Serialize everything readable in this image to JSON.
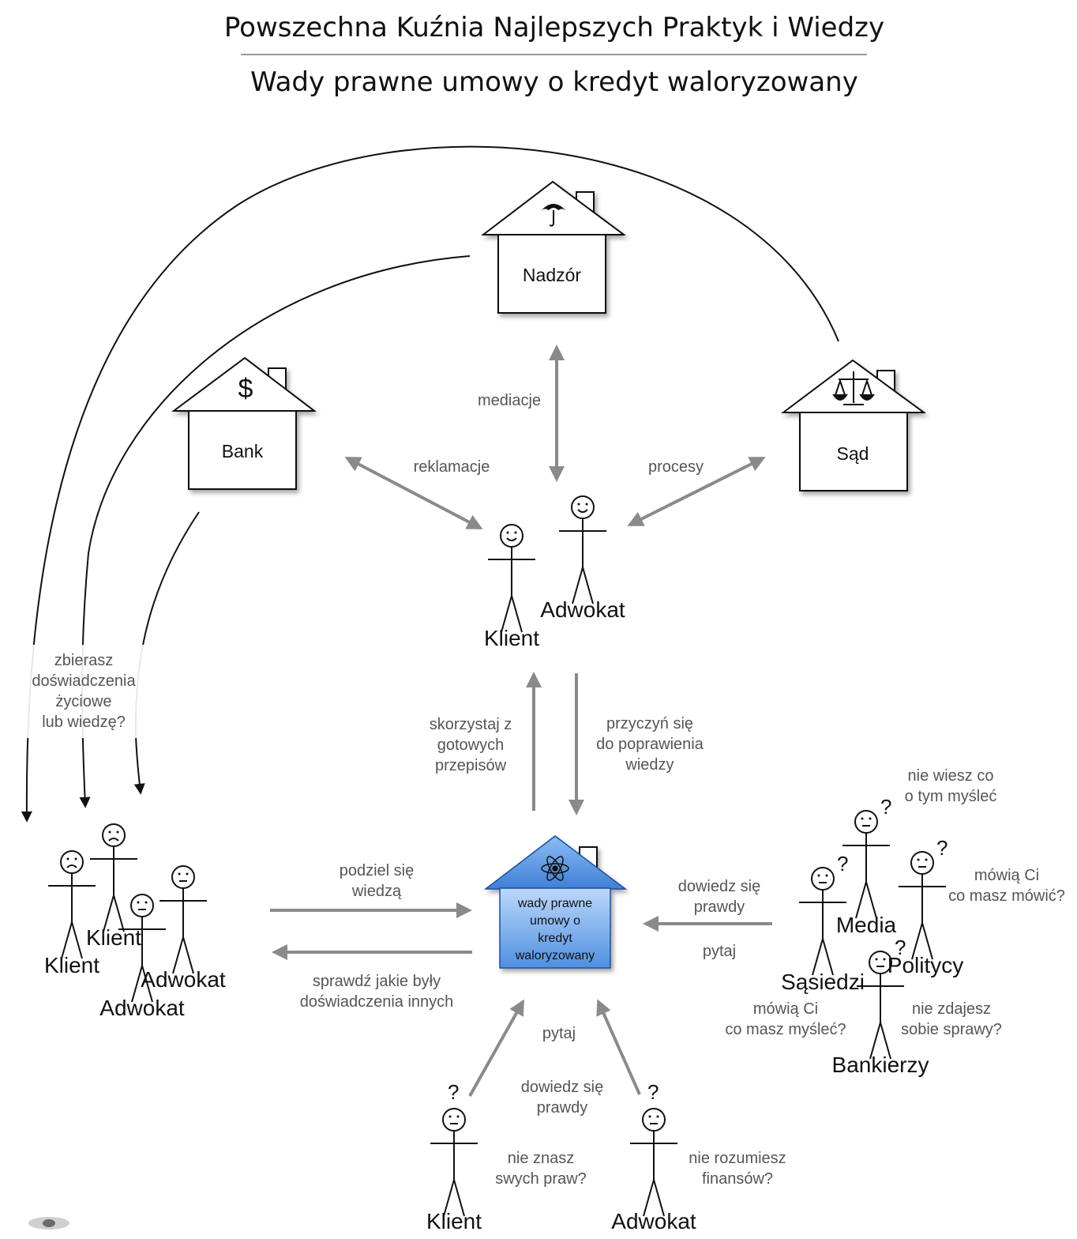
{
  "header": {
    "title": "Powszechna Kuźnia Najlepszych Praktyk i Wiedzy",
    "subtitle": "Wady prawne umowy o kredyt waloryzowany"
  },
  "houses": {
    "nadzor": {
      "label": "Nadzór",
      "icon": "umbrella-icon"
    },
    "bank": {
      "label": "Bank",
      "icon": "dollar-icon",
      "symbol": "$"
    },
    "sad": {
      "label": "Sąd",
      "icon": "scales-icon"
    },
    "center": {
      "line1": "wady prawne",
      "line2": "umowy o",
      "line3": "kredyt",
      "line4": "waloryzowany",
      "icon": "atom-icon",
      "color": "#5f9ee8"
    }
  },
  "figures": {
    "top_klient": "Klient",
    "top_adwokat": "Adwokat",
    "left_klient1": "Klient",
    "left_klient2": "Klient",
    "left_adwokat1": "Adwokat",
    "left_adwokat2": "Adwokat",
    "media": "Media",
    "politycy": "Politycy",
    "sasiedzi": "Sąsiedzi",
    "bankierzy": "Bankierzy",
    "bottom_klient": "Klient",
    "bottom_adwokat": "Adwokat"
  },
  "labels": {
    "mediacje": "mediacje",
    "reklamacje": "reklamacje",
    "procesy": "procesy",
    "skorzystaj": [
      "skorzystaj z",
      "gotowych",
      "przepisów"
    ],
    "przyczyn": [
      "przyczyń się",
      "do poprawienia",
      "wiedzy"
    ],
    "zbierasz": [
      "zbierasz",
      "doświadczenia",
      "życiowe",
      "lub wiedzę?"
    ],
    "podziel": [
      "podziel się",
      "wiedzą"
    ],
    "sprawdz": [
      "sprawdź jakie były",
      "doświadczenia innych"
    ],
    "dowiedz_right": [
      "dowiedz się",
      "prawdy"
    ],
    "pytaj_right": "pytaj",
    "pytaj_bottom": "pytaj",
    "dowiedz_bottom": [
      "dowiedz się",
      "prawdy"
    ],
    "nie_wiesz": [
      "nie wiesz co",
      "o tym myśleć"
    ],
    "mowia_mowic": [
      "mówią Ci",
      "co masz mówić?"
    ],
    "mowia_myslec": [
      "mówią Ci",
      "co masz myśleć?"
    ],
    "nie_zdajesz": [
      "nie zdajesz",
      "sobie sprawy?"
    ],
    "nie_znasz": [
      "nie znasz",
      "swych praw?"
    ],
    "nie_rozumiesz": [
      "nie rozumiesz",
      "finansów?"
    ]
  },
  "colors": {
    "arrow_gray": "#8a8a8a",
    "arrow_black": "#111111",
    "center_house": "#5f9ee8"
  }
}
